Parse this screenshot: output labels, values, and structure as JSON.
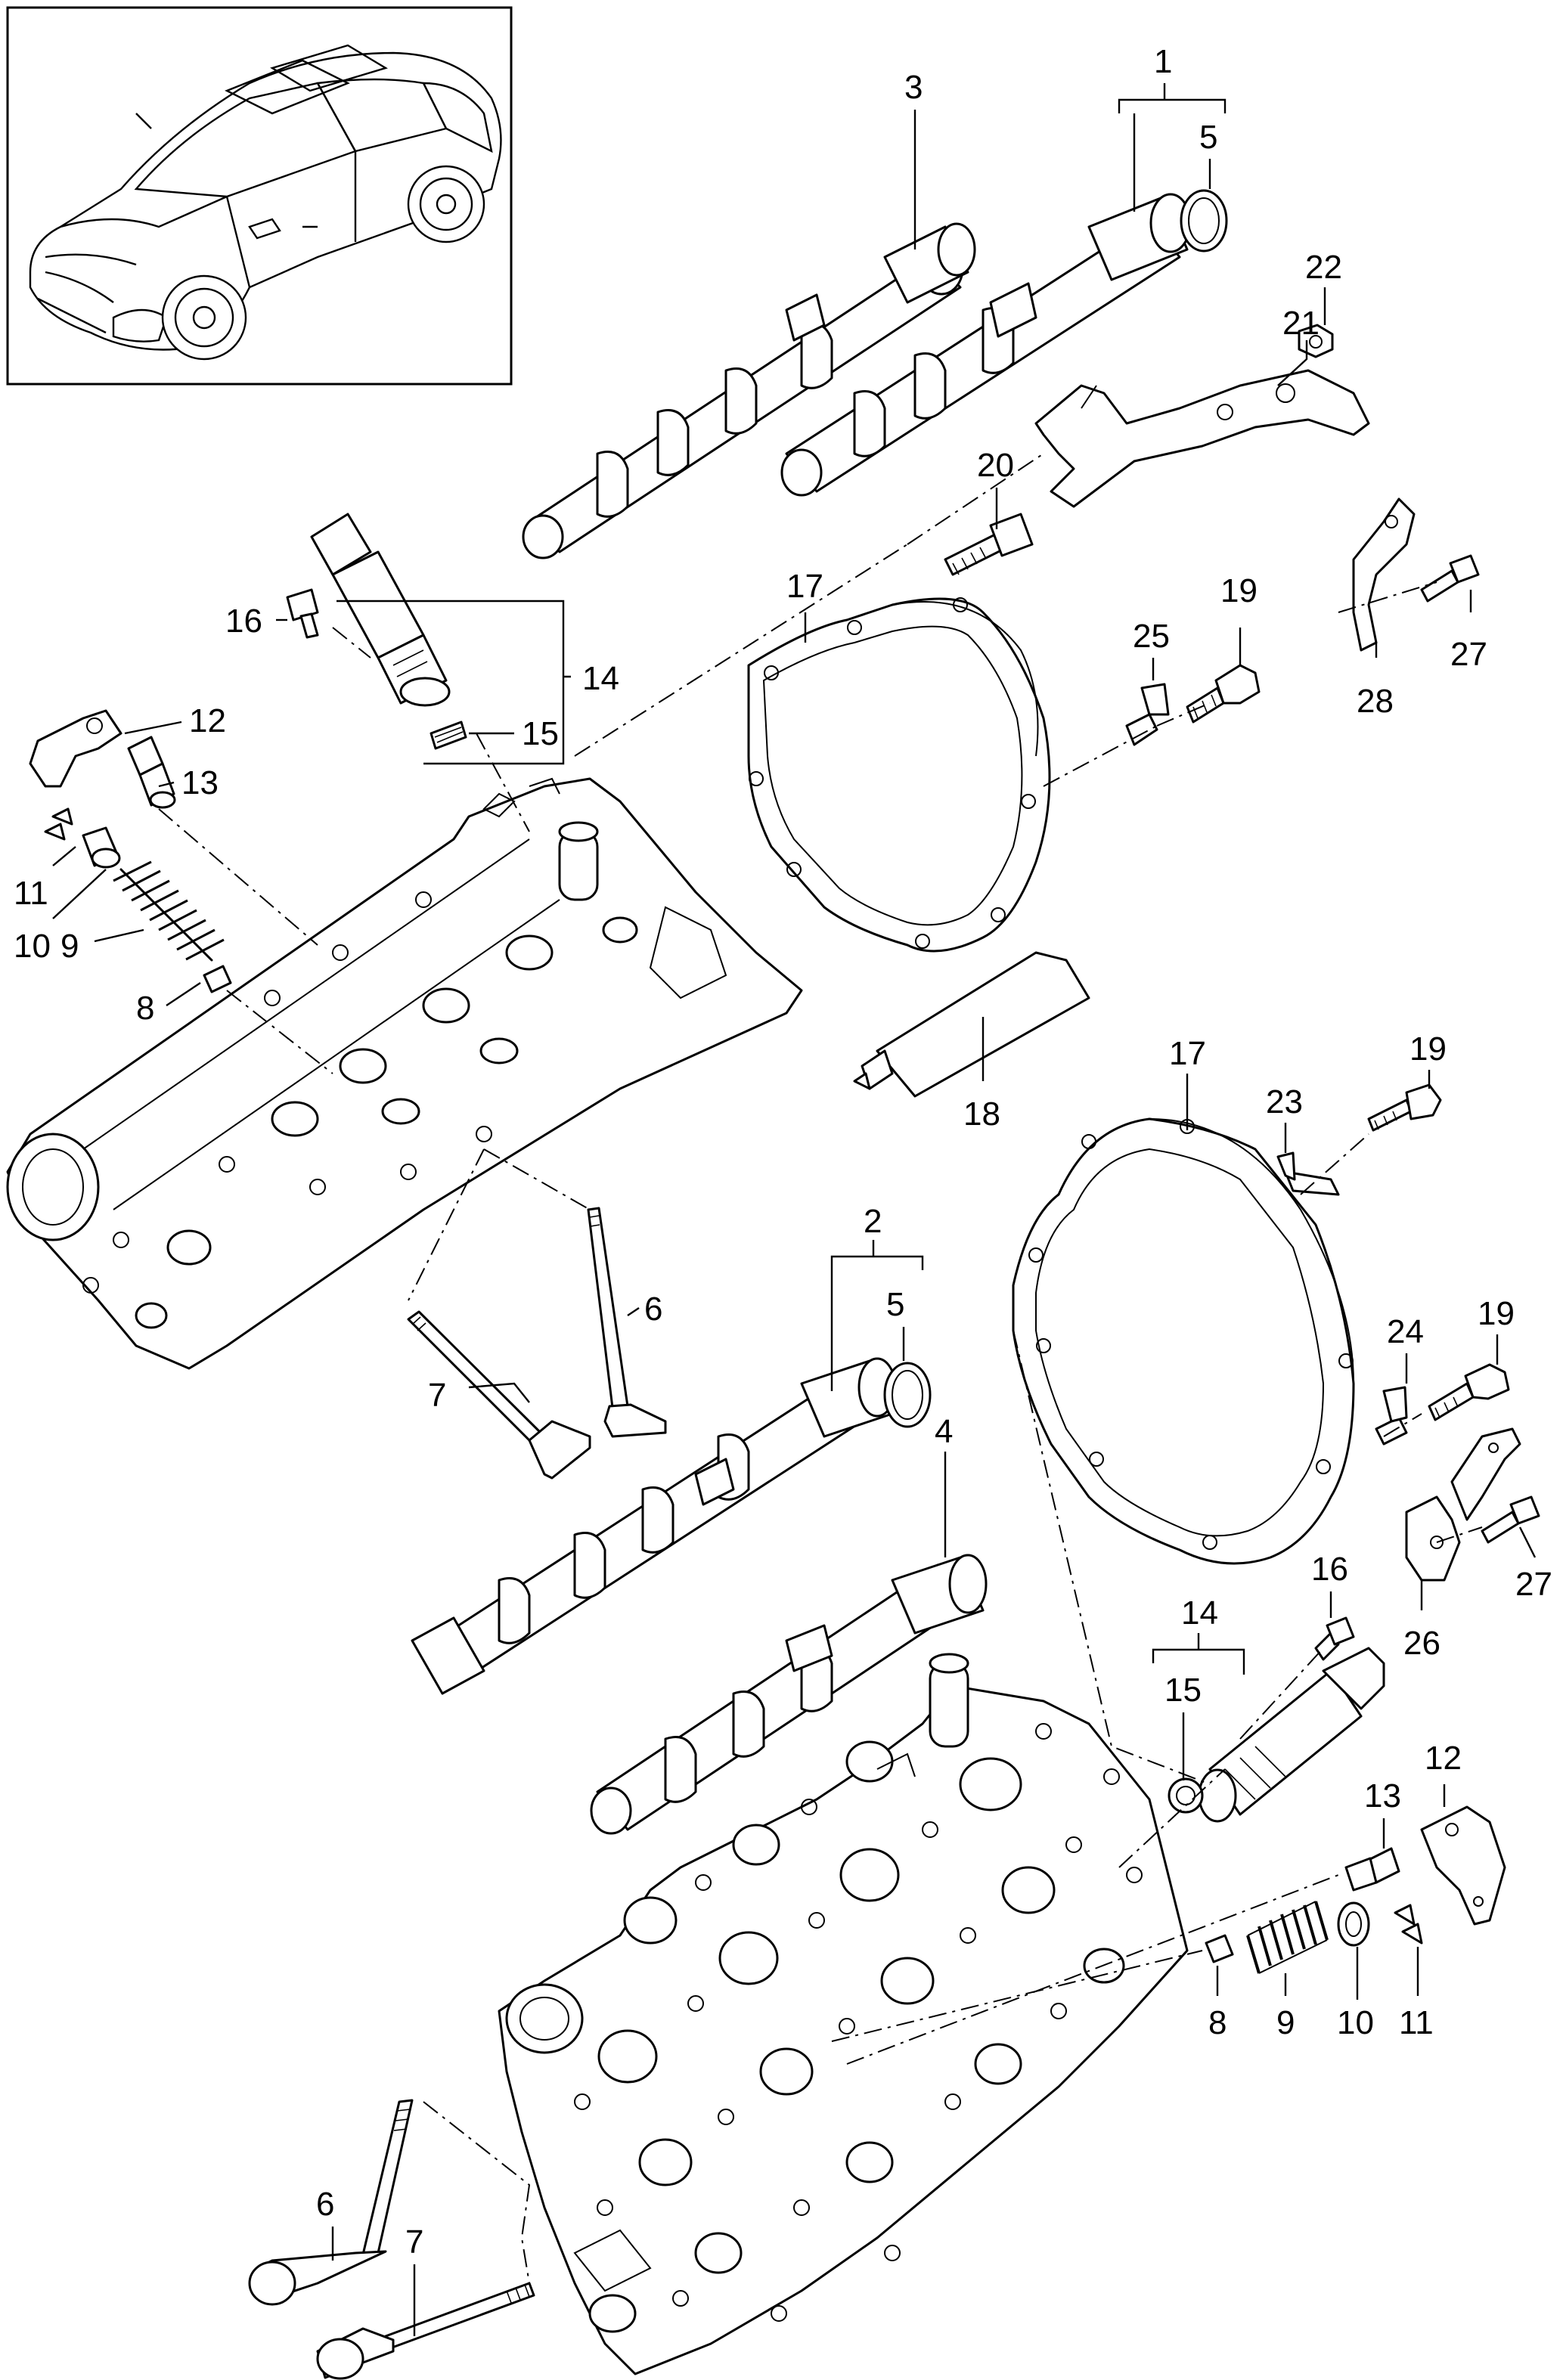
{
  "thumbnail": {
    "icon": "vehicle-suv-icon"
  },
  "callouts": [
    {
      "id": "c1",
      "text": "1"
    },
    {
      "id": "c2",
      "text": "2"
    },
    {
      "id": "c3",
      "text": "3"
    },
    {
      "id": "c4",
      "text": "4"
    },
    {
      "id": "c5a",
      "text": "5"
    },
    {
      "id": "c5b",
      "text": "5"
    },
    {
      "id": "c6a",
      "text": "6"
    },
    {
      "id": "c6b",
      "text": "6"
    },
    {
      "id": "c7a",
      "text": "7"
    },
    {
      "id": "c7b",
      "text": "7"
    },
    {
      "id": "c8a",
      "text": "8"
    },
    {
      "id": "c8b",
      "text": "8"
    },
    {
      "id": "c9a",
      "text": "9"
    },
    {
      "id": "c9b",
      "text": "9"
    },
    {
      "id": "c10a",
      "text": "10"
    },
    {
      "id": "c10b",
      "text": "10"
    },
    {
      "id": "c11a",
      "text": "11"
    },
    {
      "id": "c11b",
      "text": "11"
    },
    {
      "id": "c12a",
      "text": "12"
    },
    {
      "id": "c12b",
      "text": "12"
    },
    {
      "id": "c13a",
      "text": "13"
    },
    {
      "id": "c13b",
      "text": "13"
    },
    {
      "id": "c14a",
      "text": "14"
    },
    {
      "id": "c14b",
      "text": "14"
    },
    {
      "id": "c15a",
      "text": "15"
    },
    {
      "id": "c15b",
      "text": "15"
    },
    {
      "id": "c16a",
      "text": "16"
    },
    {
      "id": "c16b",
      "text": "16"
    },
    {
      "id": "c17a",
      "text": "17"
    },
    {
      "id": "c17b",
      "text": "17"
    },
    {
      "id": "c18",
      "text": "18"
    },
    {
      "id": "c19a",
      "text": "19"
    },
    {
      "id": "c19b",
      "text": "19"
    },
    {
      "id": "c19c",
      "text": "19"
    },
    {
      "id": "c20",
      "text": "20"
    },
    {
      "id": "c21",
      "text": "21"
    },
    {
      "id": "c22",
      "text": "22"
    },
    {
      "id": "c23",
      "text": "23"
    },
    {
      "id": "c24",
      "text": "24"
    },
    {
      "id": "c25",
      "text": "25"
    },
    {
      "id": "c26",
      "text": "26"
    },
    {
      "id": "c27a",
      "text": "27"
    },
    {
      "id": "c27b",
      "text": "27"
    },
    {
      "id": "c28",
      "text": "28"
    }
  ]
}
